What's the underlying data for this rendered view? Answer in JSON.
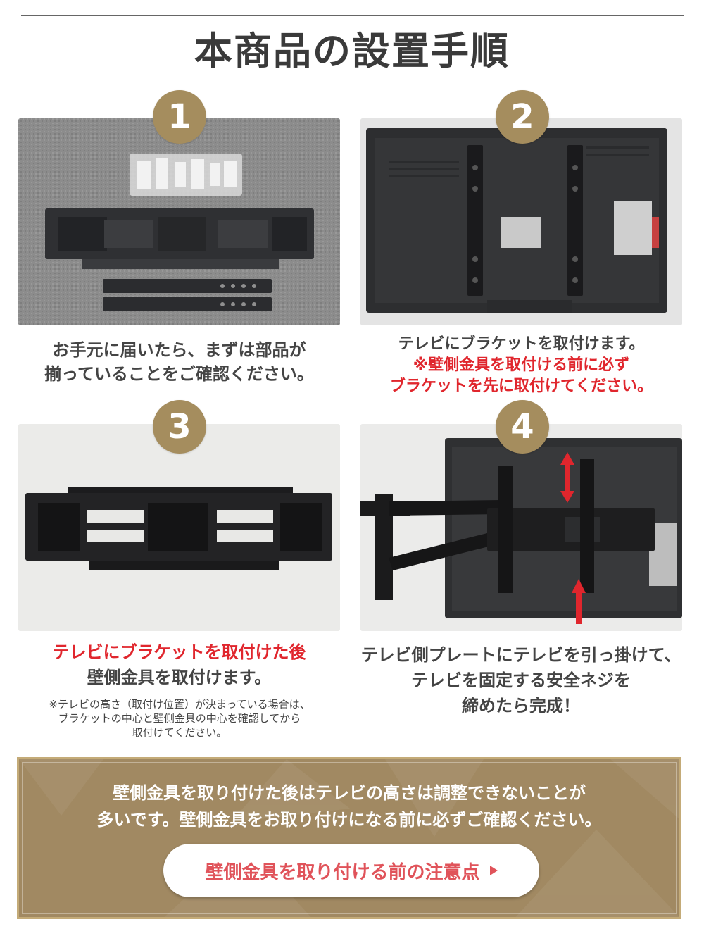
{
  "page_title": "本商品の設置手順",
  "steps": [
    {
      "number": "1",
      "caption_lines": [
        "お手元に届いたら、まずは部品が",
        "揃っていることをご確認ください。"
      ]
    },
    {
      "number": "2",
      "caption_line": "テレビにブラケットを取付けます。",
      "warning_lines": [
        "※壁側金具を取付ける前に必ず",
        "ブラケットを先に取付けてください。"
      ]
    },
    {
      "number": "3",
      "caption_red": "テレビにブラケットを取付けた後",
      "caption_line": "壁側金具を取付けます。",
      "note_lines": [
        "※テレビの高さ（取付け位置）が決まっている場合は、",
        "ブラケットの中心と壁側金具の中心を確認してから",
        "取付けてください。"
      ]
    },
    {
      "number": "4",
      "caption_lines": [
        "テレビ側プレートにテレビを引っ掛けて、",
        "テレビを固定する安全ネジを",
        "締めたら完成！"
      ]
    }
  ],
  "notice": {
    "lines": [
      "壁側金具を取り付けた後はテレビの高さは調整できないことが",
      "多いです。壁側金具をお取り付けになる前に必ずご確認ください。"
    ],
    "button_label": "壁側金具を取り付ける前の注意点"
  },
  "colors": {
    "badge": "#a58d5e",
    "warning_red": "#e0262d",
    "panel_bg": "#a18962",
    "panel_border": "#c4ab78",
    "button_text": "#e0535a"
  },
  "icons": [
    "play-arrow-icon"
  ]
}
